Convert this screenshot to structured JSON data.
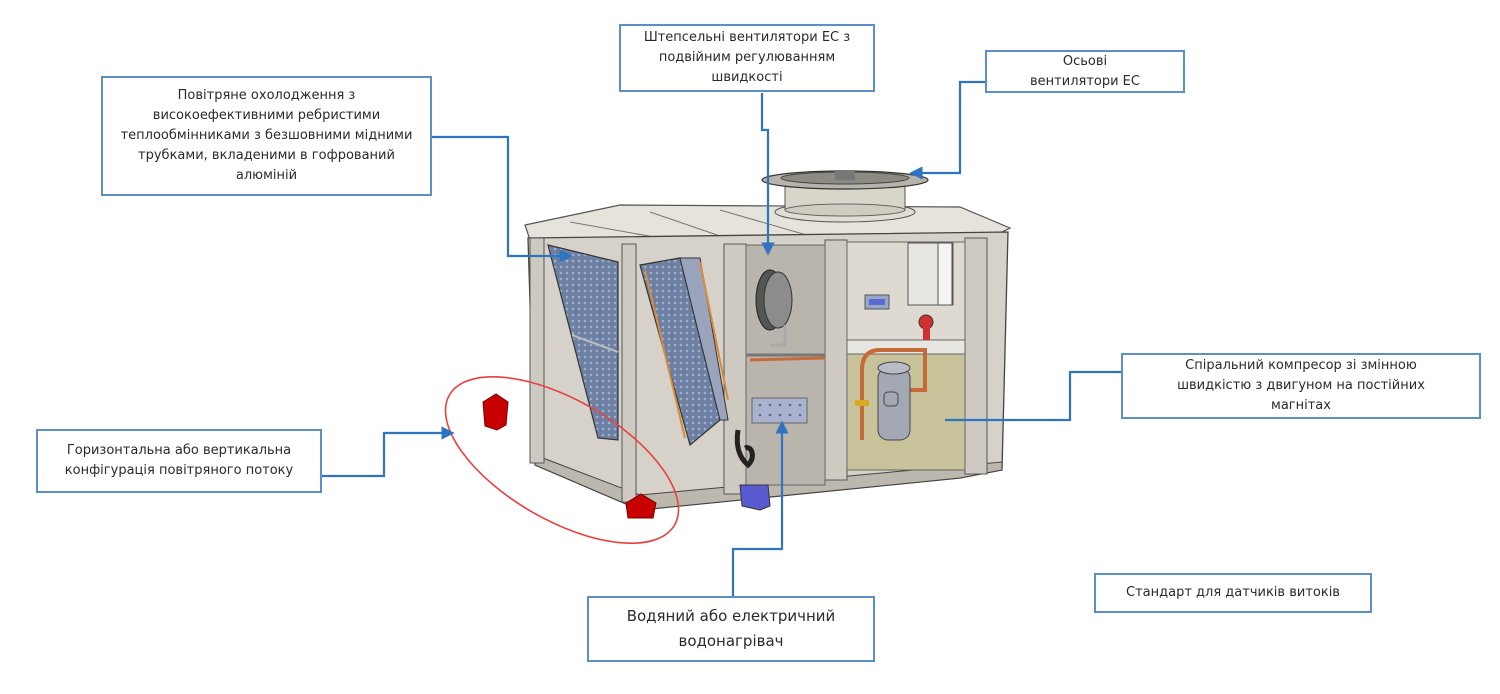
{
  "diagram": {
    "subject": "Rooftop air-conditioning unit (cutaway view)",
    "colors": {
      "callout_border": "#5a8fc8",
      "leader_line": "#2f74c0",
      "highlight_ellipse": "#e84040",
      "airflow_marker_red": "#c80000",
      "airflow_marker_blue": "#5a5ad0",
      "cabinet": "#d9d6cf",
      "coil": "#6c7fa0",
      "copper_pipe": "#c66a38"
    },
    "callouts": {
      "air_cooling": "Повітряне охолодження з високоефективними ребристими теплообмінниками з безшовними мідними трубками, вкладеними в гофрований алюміній",
      "plug_fans": "Штепсельні вентилятори ЕС з подвійним регулюванням швидкості",
      "axial_fans": "Осьові вентилятори ЕС",
      "scroll_compressor": "Спіральний компресор зі змінною швидкістю з двигуном на постійних магнітах",
      "airflow_config": "Горизонтальна або вертикальна конфігурація повітряного потоку",
      "heater": "Водяний або електричний водонагрівач",
      "leak_sensors": "Стандарт для датчиків витоків"
    }
  }
}
